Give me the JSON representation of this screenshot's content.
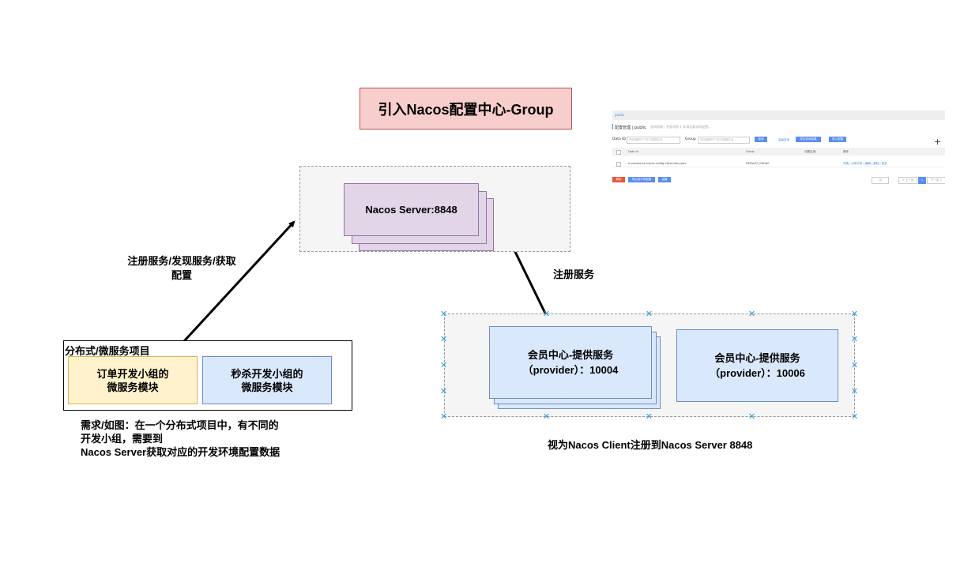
{
  "title": "引入Nacos配置中心-Group",
  "server": {
    "label": "Nacos Server:8848"
  },
  "labels": {
    "register_discover": "注册服务/发现服务/获取配置",
    "register": "注册服务"
  },
  "project": {
    "title": "分布式/微服务项目",
    "module_order_line1": "订单开发小组的",
    "module_order_line2": "微服务模块",
    "module_seckill_line1": "秒杀开发小组的",
    "module_seckill_line2": "微服务模块"
  },
  "note": {
    "line1": "需求/如图：在一个分布式项目中，有不同的",
    "line2": "开发小组，需要到",
    "line3": "Nacos Server获取对应的开发环境配置数据"
  },
  "providers": [
    {
      "line1": "会员中心-提供服务",
      "line2": "（provider）：10004"
    },
    {
      "line1": "会员中心-提供服务",
      "line2": "（provider）：10006"
    }
  ],
  "client_caption": "视为Nacos Client注册到Nacos Server 8848",
  "colors": {
    "title_fill": "#f8cecc",
    "server_fill": "#e1d5e7",
    "order_fill": "#fff2cc",
    "seckill_fill": "#dae8fc",
    "provider_fill": "#dae8fc",
    "group_fill": "#f5f5f5"
  },
  "screenshot": {
    "topbar": "public",
    "header_title": "配置管理 | public",
    "header_sub": "查询结果：共查询到 1 条满足要求的配置。",
    "data_id_label": "Data ID",
    "data_id_placeholder": "添加通配符'*'进行模糊查询",
    "group_label": "Group",
    "group_placeholder": "添加通配符'*'进行模糊查询",
    "query_button": "查询",
    "advanced_link": "高级查询",
    "import_button": "导入配置",
    "export_button": "导出查询结果",
    "col_data_id": "Data Id",
    "col_group": "Group",
    "col_app": "归属应用:",
    "col_ops": "操作",
    "row_data_id": "e-commerce-nacos-config-client-dev.yaml",
    "row_group": "DEFAULT_GROUP",
    "row_ops": "详情 | 示例代码 | 编辑 | 删除 | 更多",
    "delete_button": "删除",
    "clone_button": "导出选中的配置",
    "clone2_button": "克隆",
    "page_size": "10",
    "page_prev": "< 上一页",
    "page_num": "1",
    "page_next": "下一页 >"
  }
}
